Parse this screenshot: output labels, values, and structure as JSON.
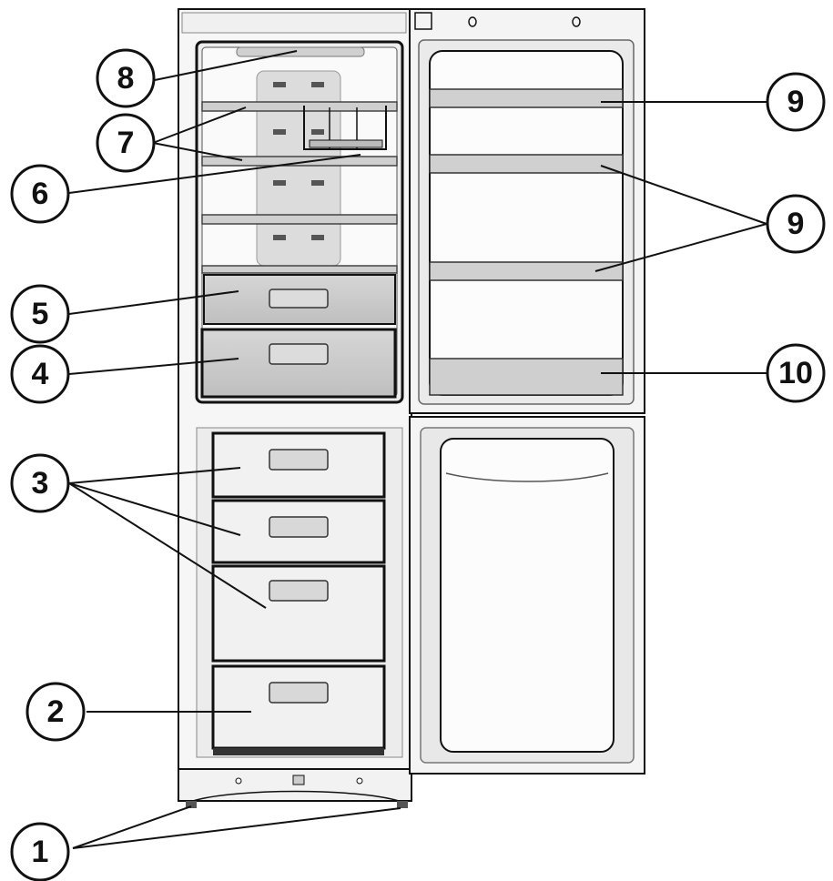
{
  "callouts": [
    {
      "id": "c1",
      "label": "1"
    },
    {
      "id": "c2",
      "label": "2"
    },
    {
      "id": "c3",
      "label": "3"
    },
    {
      "id": "c4",
      "label": "4"
    },
    {
      "id": "c5",
      "label": "5"
    },
    {
      "id": "c6",
      "label": "6"
    },
    {
      "id": "c7",
      "label": "7"
    },
    {
      "id": "c8",
      "label": "8"
    },
    {
      "id": "c9a",
      "label": "9"
    },
    {
      "id": "c9b",
      "label": "9"
    },
    {
      "id": "c10",
      "label": "10"
    }
  ],
  "colors": {
    "outline": "#111111",
    "cabinet_gray": "#cfcfcf",
    "drawer_gray": "#c8c8c8",
    "shelf_gray": "#d2d2d2",
    "background": "#ffffff"
  }
}
